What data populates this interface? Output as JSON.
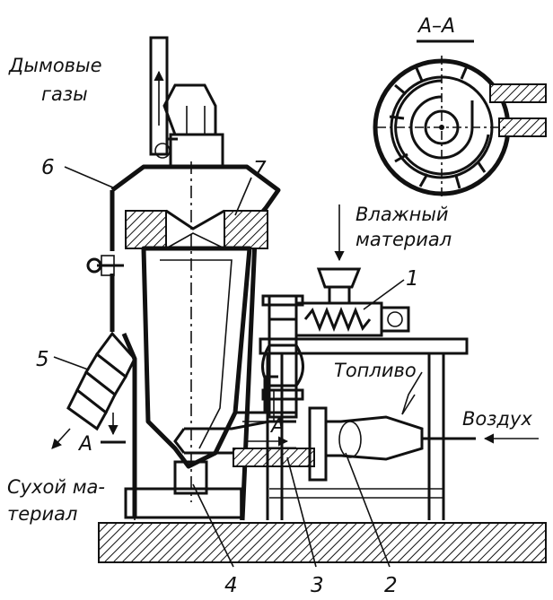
{
  "labels": {
    "flue_gases_1": "Дымовые",
    "flue_gases_2": "газы",
    "wet_1": "Влажный",
    "wet_2": "материал",
    "fuel": "Топливо",
    "air": "Воздух",
    "dry_1": "Сухой ма-",
    "dry_2": "териал",
    "section_title": "А–А",
    "section_mark_left": "А",
    "section_mark_center": "А"
  },
  "callouts": {
    "n1": "1",
    "n2": "2",
    "n3": "3",
    "n4": "4",
    "n5": "5",
    "n6": "6",
    "n7": "7"
  },
  "colors": {
    "ink": "#111111",
    "paper": "#ffffff"
  }
}
